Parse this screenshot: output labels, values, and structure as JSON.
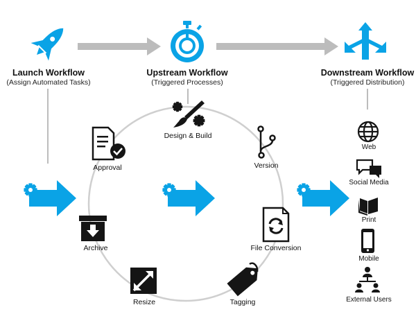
{
  "colors": {
    "accent": "#0aa3e6",
    "connector": "#bcbcbc",
    "icon": "#151515"
  },
  "stages": {
    "launch": {
      "title": "Launch Workflow",
      "subtitle": "(Assign Automated Tasks)",
      "icon": "rocket-icon"
    },
    "upstream": {
      "title": "Upstream Workflow",
      "subtitle": "(Triggered Processes)",
      "icon": "stopwatch-icon"
    },
    "downstream": {
      "title": "Downstream Workflow",
      "subtitle": "(Triggered Distribution)",
      "icon": "split-arrows-icon"
    }
  },
  "cycle_steps": [
    {
      "label": "Design & Build",
      "icon": "brush-gears-icon"
    },
    {
      "label": "Version",
      "icon": "branch-icon"
    },
    {
      "label": "File Conversion",
      "icon": "file-refresh-icon"
    },
    {
      "label": "Tagging",
      "icon": "tag-icon"
    },
    {
      "label": "Resize",
      "icon": "resize-icon"
    },
    {
      "label": "Archive",
      "icon": "archive-box-icon"
    },
    {
      "label": "Approval",
      "icon": "checklist-icon"
    }
  ],
  "outputs": [
    {
      "label": "Web",
      "icon": "globe-icon"
    },
    {
      "label": "Social Media",
      "icon": "chat-bubbles-icon"
    },
    {
      "label": "Print",
      "icon": "book-icon"
    },
    {
      "label": "Mobile",
      "icon": "mobile-phone-icon"
    },
    {
      "label": "External Users",
      "icon": "users-network-icon"
    }
  ],
  "process_arrows": [
    "gear-arrow-icon",
    "gear-arrow-icon",
    "gear-arrow-icon"
  ]
}
